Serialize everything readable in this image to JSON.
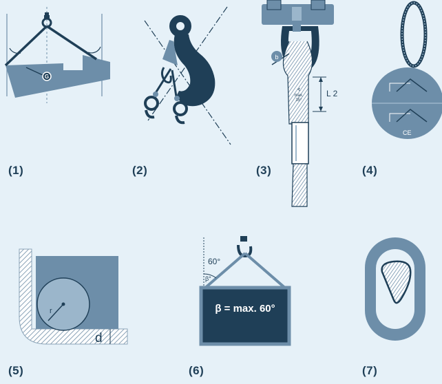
{
  "captions": [
    "(1)",
    "(2)",
    "(3)",
    "(4)",
    "(5)",
    "(6)",
    "(7)"
  ],
  "labels": {
    "center_of_gravity": "G",
    "fig3_leg_length": "L 2",
    "fig3_dim_b": "b",
    "fig3_angle_note_1": "max.",
    "fig3_angle_note_2": "35°",
    "fig4_ce_mark": "CE",
    "fig5_radius": "r",
    "fig5_diameter": "d",
    "fig6_angle": "60°",
    "fig6_beta": "β°",
    "fig6_plate_text": "β = max. 60°"
  },
  "colors": {
    "background": "#e6f1f8",
    "steel_blue": "#6d8ea9",
    "dark_navy": "#1f3f57",
    "light_blue": "#9bb6cb",
    "rope_white": "#ffffff",
    "hatch": "#8aa3b7"
  }
}
